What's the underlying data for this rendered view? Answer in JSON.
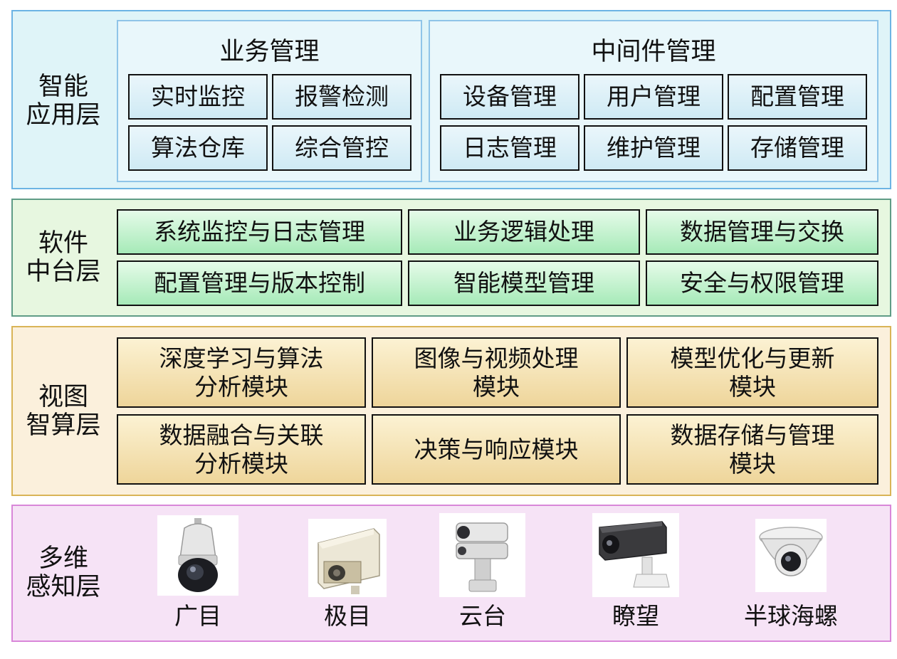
{
  "layers": {
    "app": {
      "label_line1": "智能",
      "label_line2": "应用层",
      "business": {
        "title": "业务管理",
        "items": [
          "实时监控",
          "报警检测",
          "算法仓库",
          "综合管控"
        ]
      },
      "middleware": {
        "title": "中间件管理",
        "items": [
          "设备管理",
          "用户管理",
          "配置管理",
          "日志管理",
          "维护管理",
          "存储管理"
        ]
      }
    },
    "software": {
      "label_line1": "软件",
      "label_line2": "中台层",
      "items": [
        "系统监控与日志管理",
        "业务逻辑处理",
        "数据管理与交换",
        "配置管理与版本控制",
        "智能模型管理",
        "安全与权限管理"
      ]
    },
    "view": {
      "label_line1": "视图",
      "label_line2": "智算层",
      "items": [
        {
          "line1": "深度学习与算法",
          "line2": "分析模块"
        },
        {
          "line1": "图像与视频处理",
          "line2": "模块"
        },
        {
          "line1": "模型优化与更新",
          "line2": "模块"
        },
        {
          "line1": "数据融合与关联",
          "line2": "分析模块"
        },
        {
          "line1": "决策与响应模块",
          "line2": ""
        },
        {
          "line1": "数据存储与管理",
          "line2": "模块"
        }
      ]
    },
    "perception": {
      "label_line1": "多维",
      "label_line2": "感知层",
      "devices": [
        {
          "label": "广目",
          "icon": "ptz-dome-camera-icon"
        },
        {
          "label": "极目",
          "icon": "box-camera-housing-icon"
        },
        {
          "label": "云台",
          "icon": "pan-tilt-camera-icon"
        },
        {
          "label": "瞭望",
          "icon": "bullet-camera-icon"
        },
        {
          "label": "半球海螺",
          "icon": "hemisphere-dome-camera-icon"
        }
      ]
    }
  }
}
